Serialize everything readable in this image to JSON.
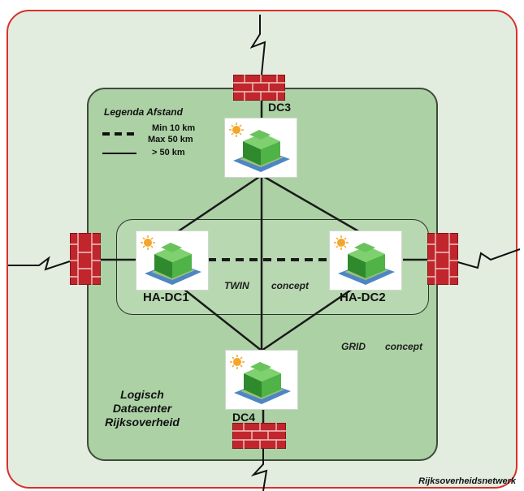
{
  "legend": {
    "title": "Legenda Afstand",
    "dashed_label_1": "Min 10 km",
    "dashed_label_2": "Max 50 km",
    "solid_label": "> 50 km"
  },
  "datacenters": {
    "dc3": "DC3",
    "dc4": "DC4",
    "ha_dc1": "HA-DC1",
    "ha_dc2": "HA-DC2"
  },
  "concepts": {
    "twin_1": "TWIN",
    "twin_2": "concept",
    "grid_1": "GRID",
    "grid_2": "concept"
  },
  "logical": {
    "line1": "Logisch",
    "line2": "Datacenter",
    "line3": "Rijksoverheid"
  },
  "network": "Rijksoverheidsnetwerk",
  "colors": {
    "outer_border": "#d8302c",
    "outer_fill": "#e2ede0",
    "inner_fill": "#acd1a5",
    "firewall": "#c0262b",
    "building": "#3fa33a"
  },
  "icons": [
    "datacenter-building-icon",
    "firewall-icon",
    "lightning-connection-icon"
  ]
}
